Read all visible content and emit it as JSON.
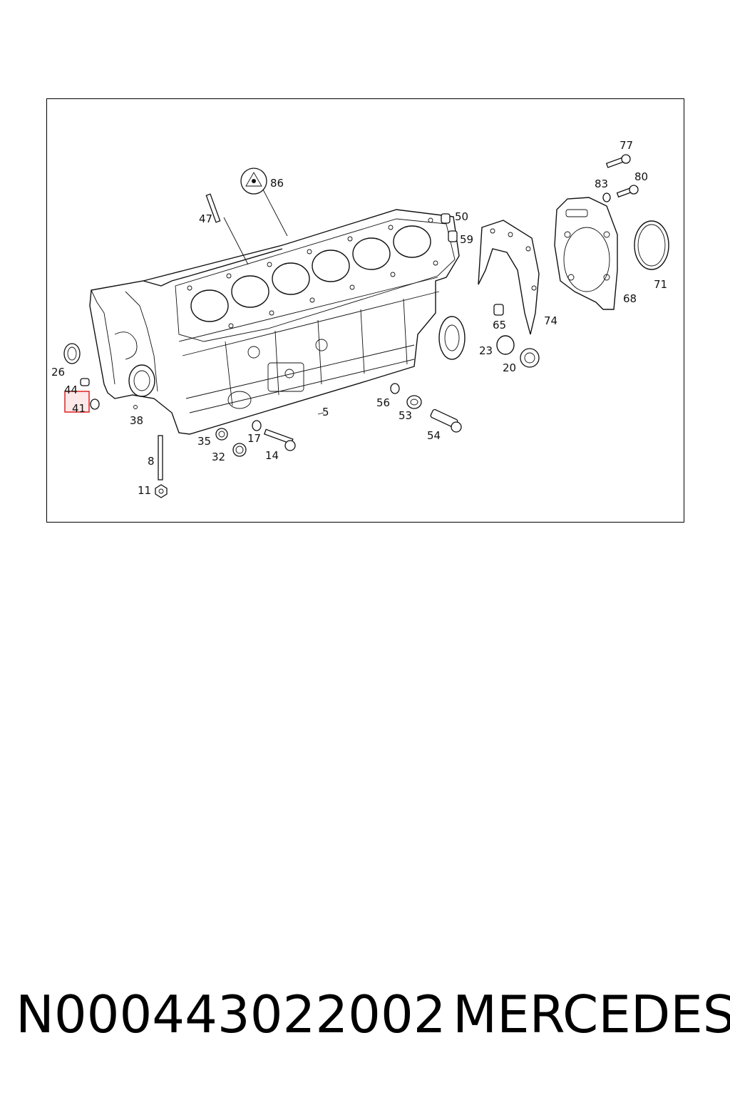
{
  "diagram": {
    "callouts": {
      "c86": "86",
      "c47": "47",
      "c50": "50",
      "c59": "59",
      "c77": "77",
      "c80": "80",
      "c83": "83",
      "c71": "71",
      "c68": "68",
      "c74": "74",
      "c65": "65",
      "c23": "23",
      "c20": "20",
      "c26": "26",
      "c44": "44",
      "c41": "41",
      "c38": "38",
      "c5": "5",
      "c56": "56",
      "c53": "53",
      "c54": "54",
      "c35": "35",
      "c17": "17",
      "c14": "14",
      "c32": "32",
      "c8": "8",
      "c11": "11"
    },
    "highlighted_callout": "41",
    "highlight_color": "#e02020"
  },
  "footer": {
    "part_number": "N000443022002",
    "brand": "MERCEDES"
  }
}
